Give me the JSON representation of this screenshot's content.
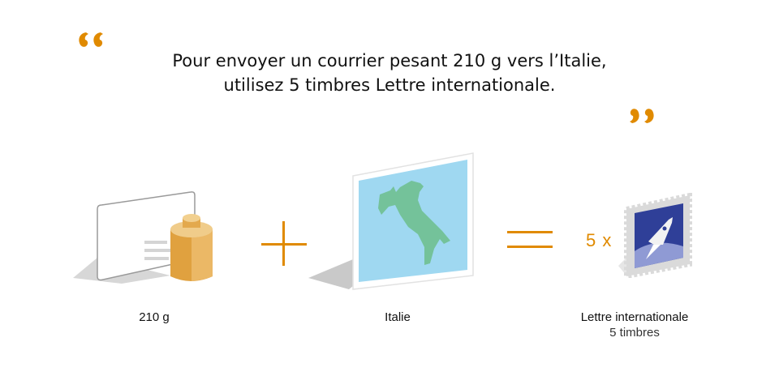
{
  "headline": {
    "line1": "Pour envoyer un courrier pesant 210 g vers l’Italie,",
    "line2": "utilisez 5 timbres Lettre internationale."
  },
  "quote_icons": {
    "open": "opening-quote-icon",
    "close": "closing-quote-icon",
    "color": "#e08a00"
  },
  "equation": {
    "weight": {
      "icon": "letter-and-weight-icon",
      "label": "210 g"
    },
    "operator_plus": "plus-icon",
    "destination": {
      "icon": "italy-map-icon",
      "label": "Italie"
    },
    "operator_equals": "equals-icon",
    "result": {
      "icon": "stamp-icon",
      "multiplier": "5 x",
      "label": "Lettre internationale",
      "sublabel": "5 timbres"
    }
  },
  "colors": {
    "accent": "#e08a00",
    "map_sea": "#9fd8f1",
    "map_land": "#74c29a",
    "stamp_blue": "#2f3f98",
    "weight_gold": "#e3a94d"
  }
}
